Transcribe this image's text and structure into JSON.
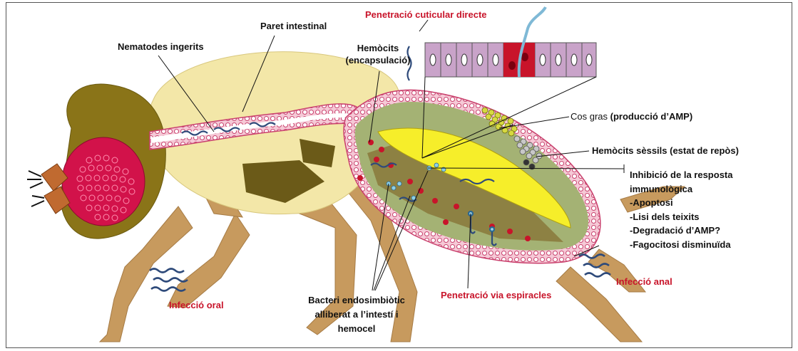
{
  "labels": {
    "nematodes_ingerits": "Nematodes ingerits",
    "paret_intestinal": "Paret intestinal",
    "penetracio_cuticular": "Penetració cuticular directe",
    "hemocits_line1": "Hemòcits",
    "hemocits_line2": "(encapsulació)",
    "cos_gras_a": "Cos gras ",
    "cos_gras_b": "(producció d’AMP)",
    "hemocits_sessils_a": "Hemòcits sèssils ",
    "hemocits_sessils_b": "(estat de repòs)",
    "infeccio_oral": "Infecció oral",
    "infeccio_anal": "Infecció anal",
    "penetracio_espiracles": "Penetració via espiracles",
    "bacteri_line1": "Bacteri endosimbiòtic",
    "bacteri_line2": "alliberat a l’intestí i",
    "bacteri_line3": "hemocel"
  },
  "inhibition": {
    "line1": "Inhibició de la resposta",
    "line2": "immunològica",
    "items": [
      "-Apoptosi",
      "-Lisi dels teixits",
      "-Degradació d’AMP?",
      "-Fagocitosi disminuïda"
    ]
  },
  "colors": {
    "label_red": "#c8142a",
    "thorax": "#f3e7a8",
    "head": "#8a7418",
    "eye": "#d2124a",
    "legs": "#c79a5e",
    "abdomen_green": "#a4b274",
    "gut_yellow": "#f6ee2a",
    "cuticle_cells": "#d98aa6",
    "nematode": "#2e4a7a"
  }
}
